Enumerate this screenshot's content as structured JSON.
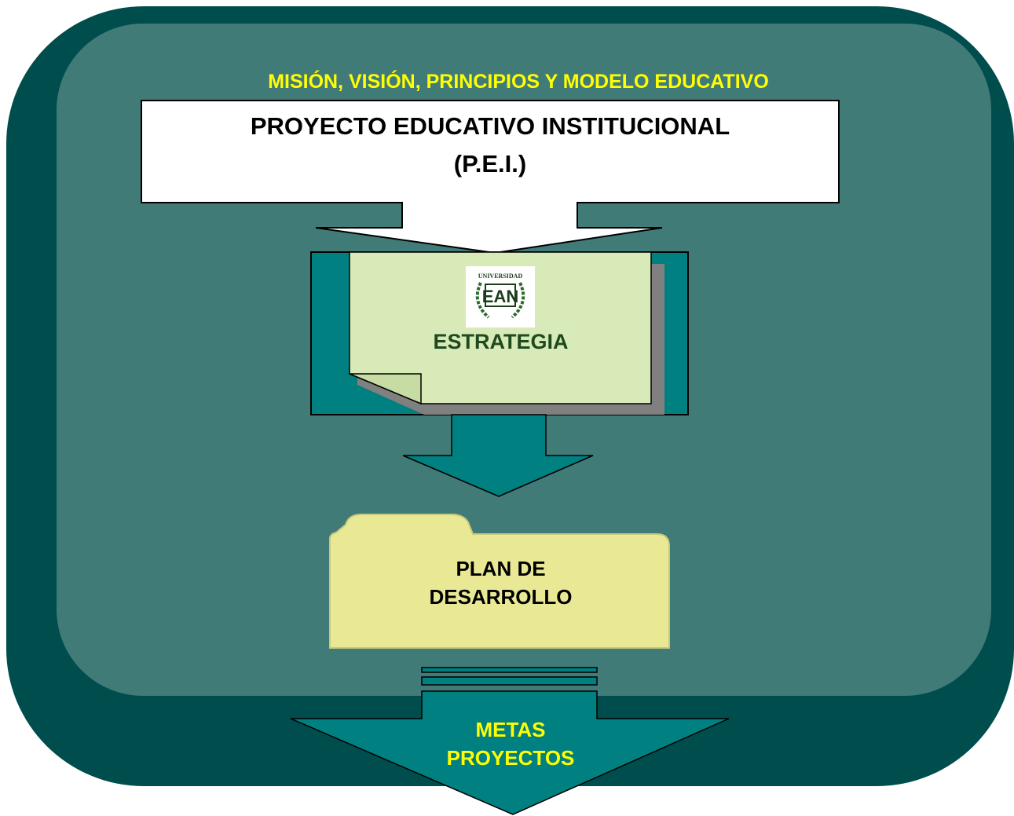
{
  "header": {
    "text": "MISIÓN, VISIÓN, PRINCIPIOS Y MODELO EDUCATIVO"
  },
  "pei_box": {
    "line1": "PROYECTO EDUCATIVO INSTITUCIONAL",
    "line2": "(P.E.I.)"
  },
  "strategy_card": {
    "logo_top": "UNIVERSIDAD",
    "logo_main": "EAN",
    "label": "ESTRATEGIA"
  },
  "plan_folder": {
    "line1": "PLAN DE",
    "line2": "DESARROLLO"
  },
  "output_arrow": {
    "line1": "METAS",
    "line2": "PROYECTOS"
  },
  "colors": {
    "outer_panel": "#004d4d",
    "inner_panel": "#417b78",
    "arrow_teal": "#008080",
    "header_text": "#ffff00",
    "strategy_card": "#d9eab9",
    "strategy_text": "#1e4a1e",
    "folder": "#e9e995"
  }
}
